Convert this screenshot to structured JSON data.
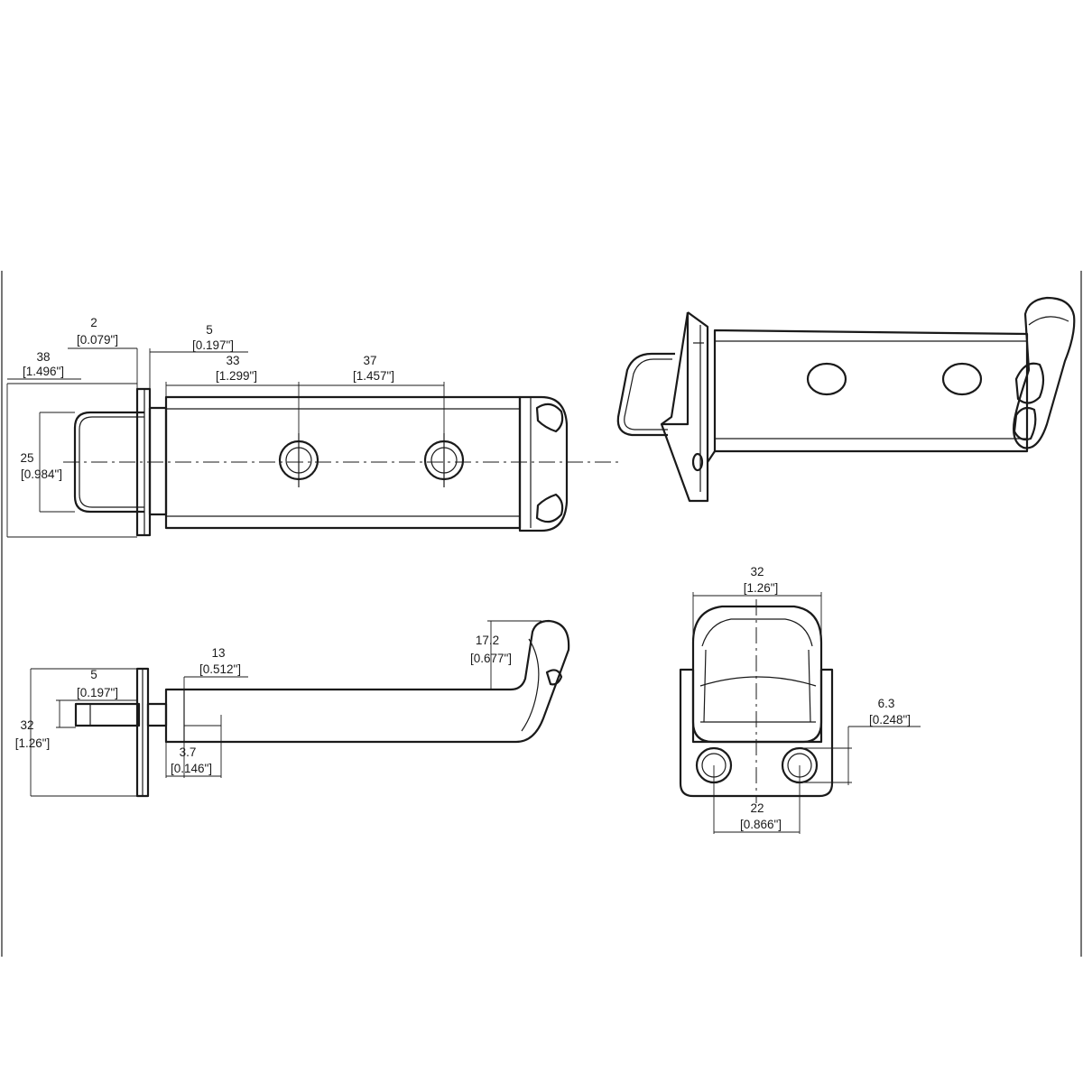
{
  "dimensions": {
    "top_flange_thickness": {
      "mm": "2",
      "inch": "[0.079\"]"
    },
    "top_flange_gap": {
      "mm": "5",
      "inch": "[0.197\"]"
    },
    "top_overall_length": {
      "mm": "38",
      "inch": "[1.496\"]"
    },
    "top_first_hole": {
      "mm": "33",
      "inch": "[1.299\"]"
    },
    "top_hole_spacing": {
      "mm": "37",
      "inch": "[1.457\"]"
    },
    "top_height": {
      "mm": "25",
      "inch": "[0.984\"]"
    },
    "side_offset": {
      "mm": "5",
      "inch": "[0.197\"]"
    },
    "side_height": {
      "mm": "32",
      "inch": "[1.26\"]"
    },
    "side_length": {
      "mm": "13",
      "inch": "[0.512\"]"
    },
    "side_thickness": {
      "mm": "3.7",
      "inch": "[0.146\"]"
    },
    "side_hook_height": {
      "mm": "17.2",
      "inch": "[0.677\"]"
    },
    "end_width": {
      "mm": "32",
      "inch": "[1.26\"]"
    },
    "end_hole_diameter": {
      "mm": "6.3",
      "inch": "[0.248\"]"
    },
    "end_hole_spacing": {
      "mm": "22",
      "inch": "[0.866\"]"
    }
  }
}
